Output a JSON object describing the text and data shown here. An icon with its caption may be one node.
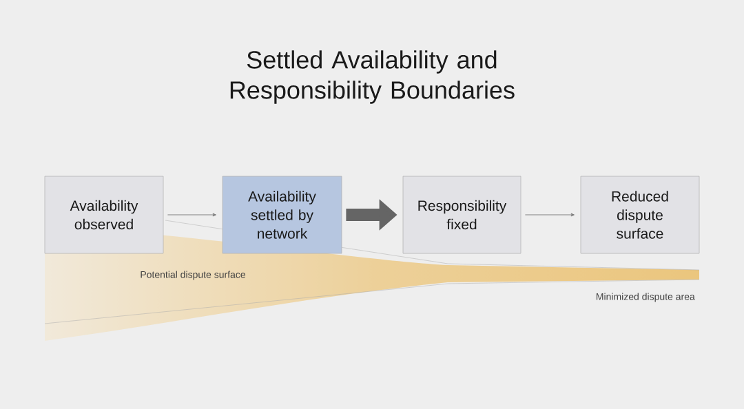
{
  "diagram": {
    "title": "Settled Availability and Responsibility Boundaries",
    "nodes": [
      {
        "text": [
          "Availability observed"
        ]
      },
      {
        "text": [
          "Availability settled by network"
        ]
      },
      {
        "text": [
          "Responsibility fixed"
        ]
      },
      {
        "text": [
          "Reduced dispute surface"
        ]
      }
    ],
    "edges": [
      {
        "from": 0,
        "to": 1,
        "arrow": "to"
      },
      {
        "from": 1,
        "to": 2,
        "arrow": "to",
        "style": "thick"
      },
      {
        "from": 2,
        "to": 3,
        "arrow": "to"
      }
    ],
    "labels": [
      "Potential dispute surface",
      "Minimized dispute area"
    ]
  }
}
